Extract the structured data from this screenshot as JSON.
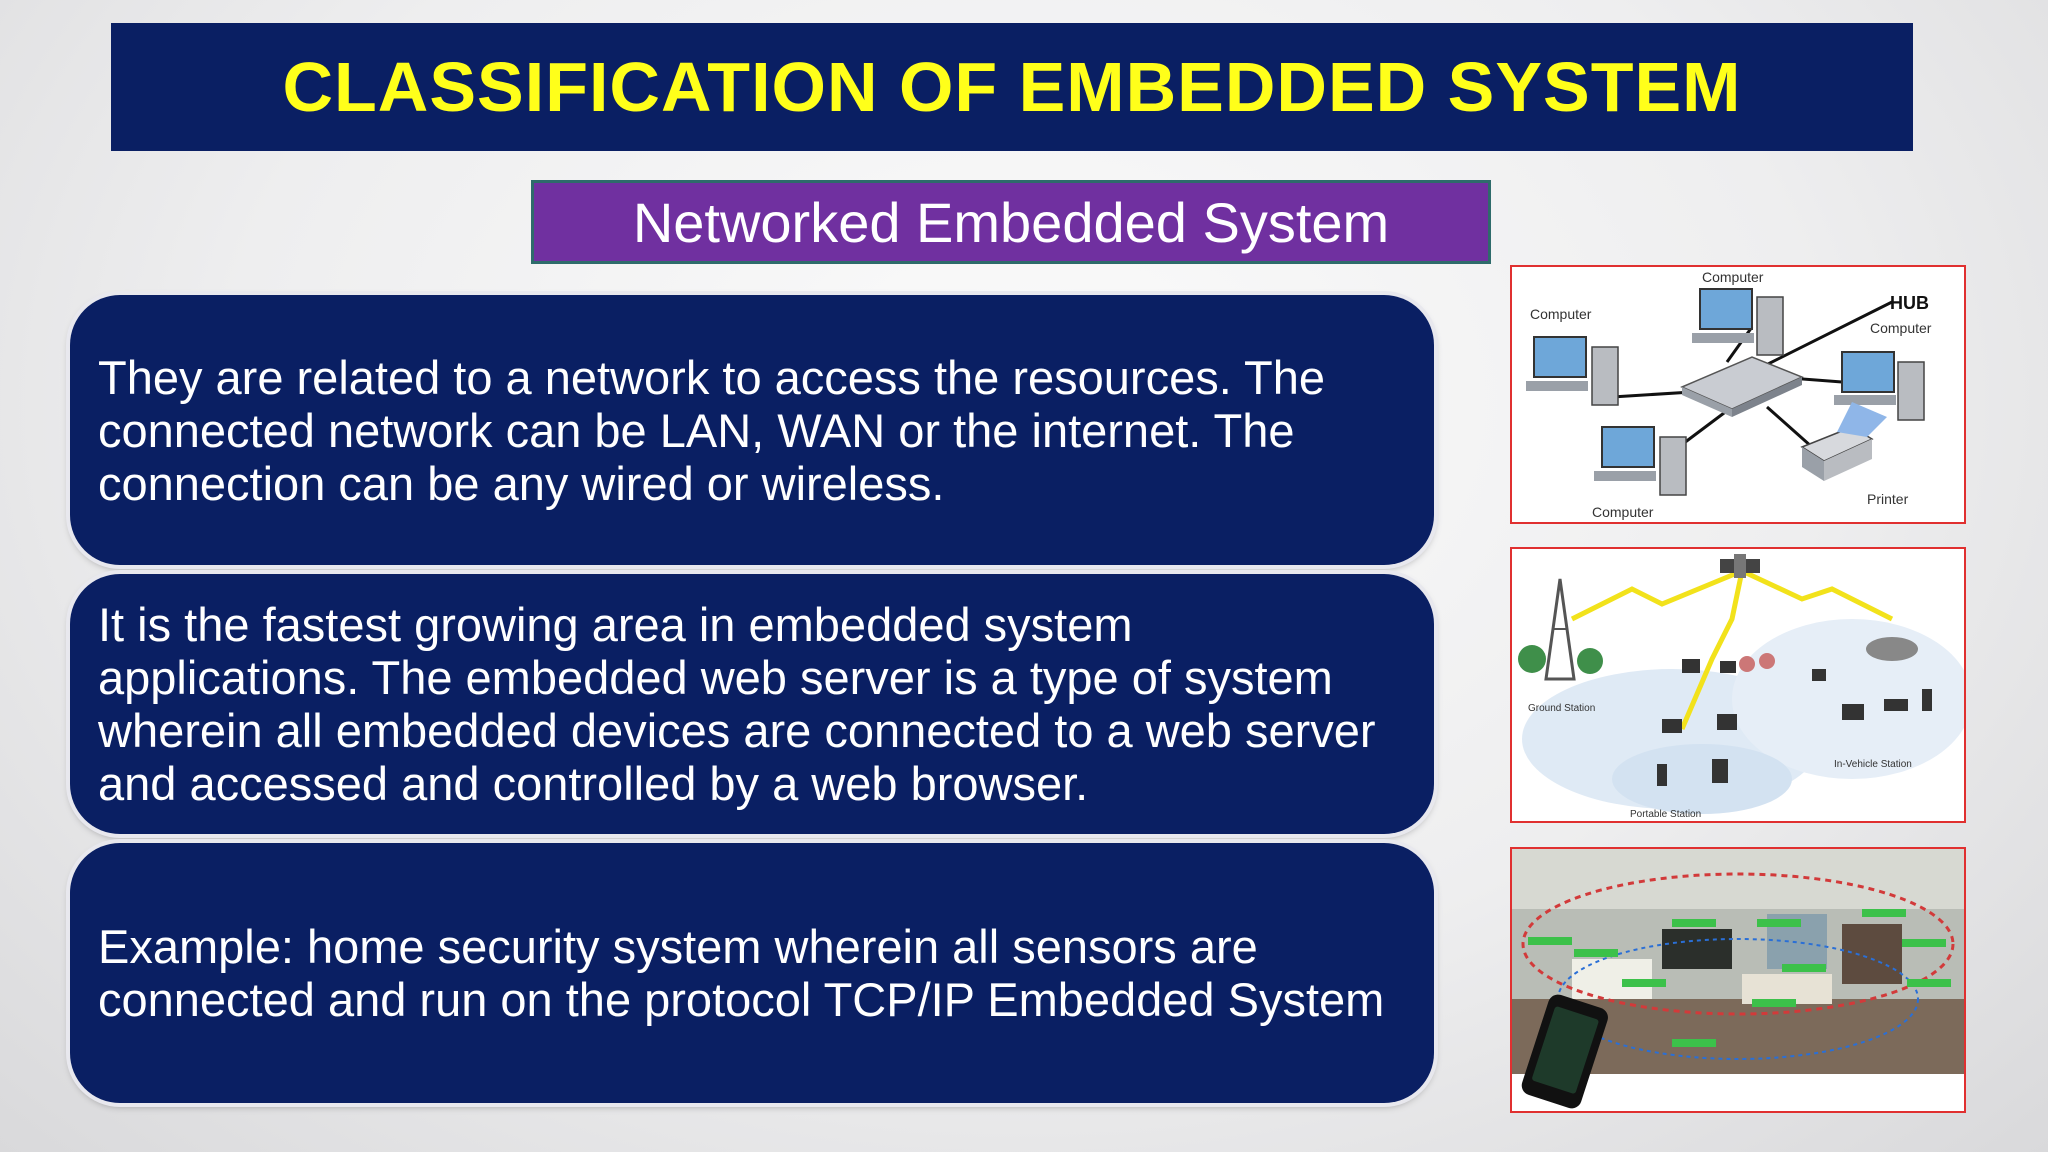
{
  "slide": {
    "title": "CLASSIFICATION OF EMBEDDED SYSTEM",
    "subtitle": "Networked Embedded System",
    "cards": [
      "They are related to a network to access the resources. The connected network can be LAN,  WAN or the internet. The connection can be any wired or wireless.",
      "It is the fastest growing area in embedded system applications. The embedded web server is a type of system wherein all embedded devices are connected to a web server and accessed and controlled by a web browser.",
      "Example: home security system wherein all sensors are connected and run on the protocol TCP/IP Embedded System"
    ]
  },
  "diagram1": {
    "computer_top": "Computer",
    "computer_left": "Computer",
    "hub": "HUB",
    "computer_right": "Computer",
    "computer_bottom": "Computer",
    "printer": "Printer"
  },
  "diagram2": {
    "ground_station": "Ground Station",
    "in_vehicle_station": "In-Vehicle Station",
    "portable_station": "Portable Station"
  },
  "colors": {
    "navy": "#0a1f63",
    "title_yellow": "#ffff1a",
    "subtitle_purple": "#7030a0",
    "image_border": "#e03030"
  }
}
